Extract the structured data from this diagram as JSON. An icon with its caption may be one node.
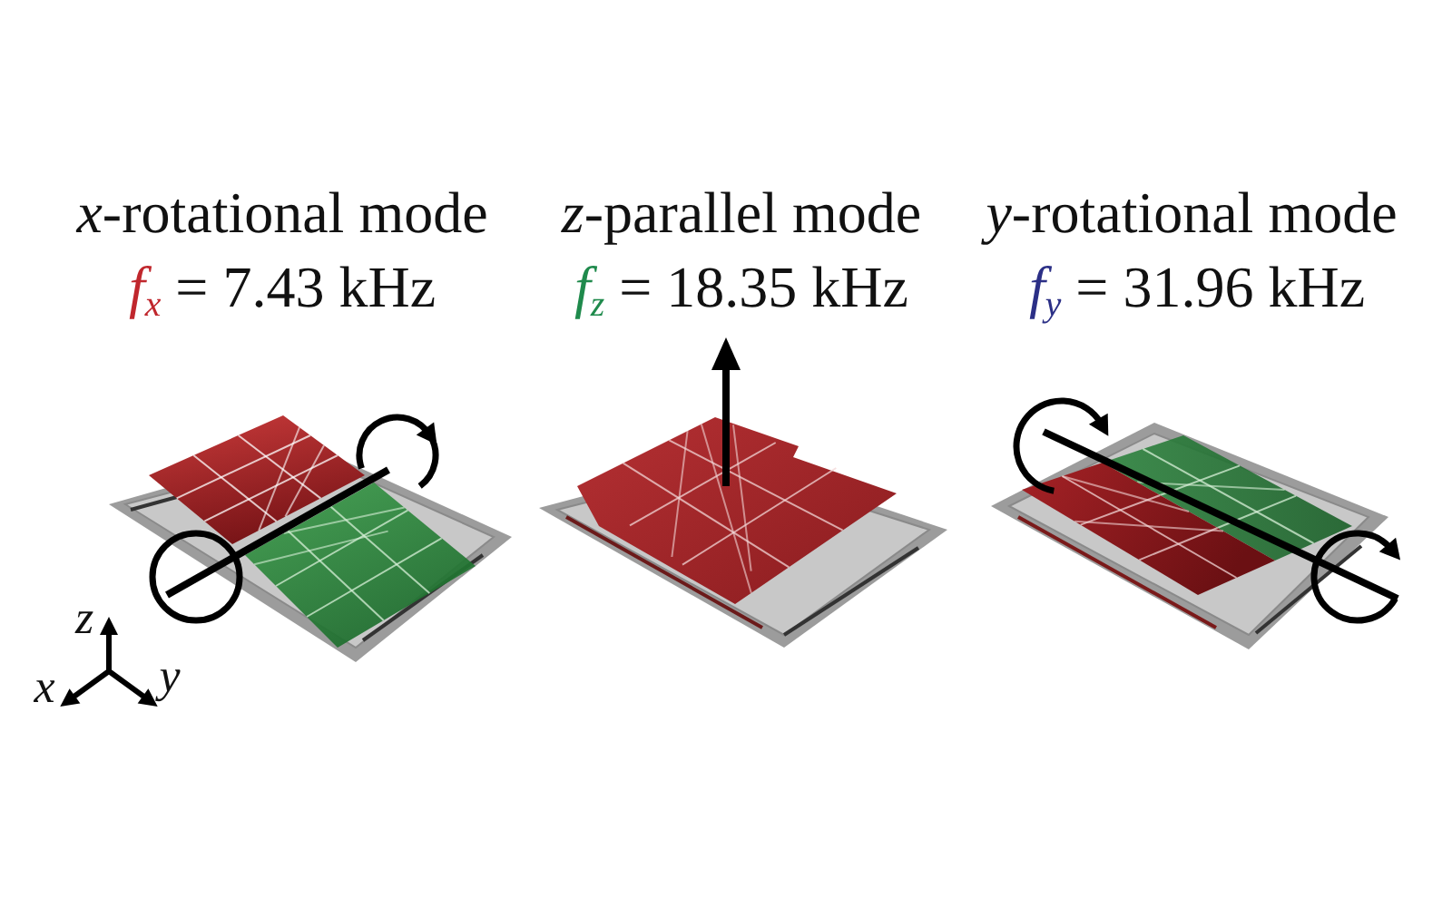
{
  "diagram": {
    "labels": [
      "*x*-rotational mode",
      "*f*$_{x}$ = 7.43 kHz",
      "*z*-parallel mode",
      "*f*$_{z}$ = 18.35 kHz",
      "*y*-rotational mode",
      "*f*$_{y}$ = 31.96 kHz",
      "z",
      "x",
      "y"
    ]
  }
}
